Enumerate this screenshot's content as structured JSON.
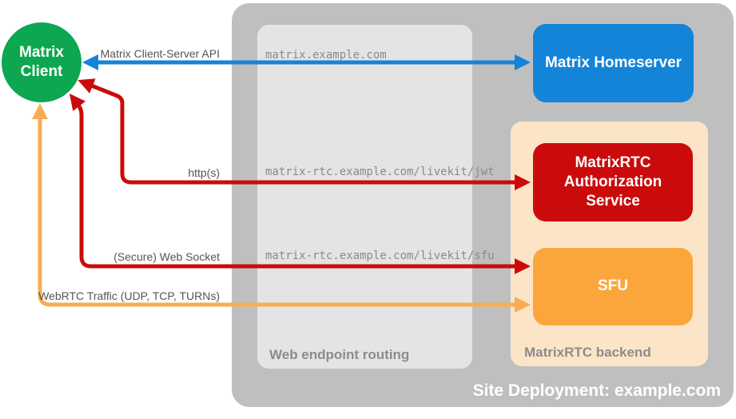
{
  "title": "Site Deployment: example.com",
  "colors": {
    "green": "#0CA750",
    "blue": "#1484D8",
    "red": "#CB0B0B",
    "orange": "#FBA63D",
    "orange_arrow": "#F9AC55",
    "backend_peach": "#FCE5C7",
    "container_gray": "#BFBFBF",
    "routing_gray": "#E4E4E4",
    "caption_gray": "#8C8C8C",
    "edge_label_gray": "#555555",
    "endpoint_gray": "#8A8A8A"
  },
  "nodes": {
    "client": {
      "label": "Matrix Client"
    },
    "homeserver": {
      "label": "Matrix Homeserver"
    },
    "auth_service": {
      "label": "MatrixRTC Authorization Service"
    },
    "sfu": {
      "label": "SFU"
    }
  },
  "containers": {
    "routing": {
      "label": "Web endpoint routing"
    },
    "backend": {
      "label": "MatrixRTC backend"
    }
  },
  "endpoints": {
    "homeserver": "matrix.example.com",
    "jwt": "matrix-rtc.example.com/livekit/jwt",
    "sfu": "matrix-rtc.example.com/livekit/sfu"
  },
  "edges": {
    "client_server_api": {
      "label": "Matrix Client-Server API"
    },
    "http": {
      "label": "http(s)"
    },
    "websocket": {
      "label": "(Secure) Web Socket"
    },
    "webrtc": {
      "label": "WebRTC Traffic (UDP, TCP, TURNs)"
    }
  }
}
